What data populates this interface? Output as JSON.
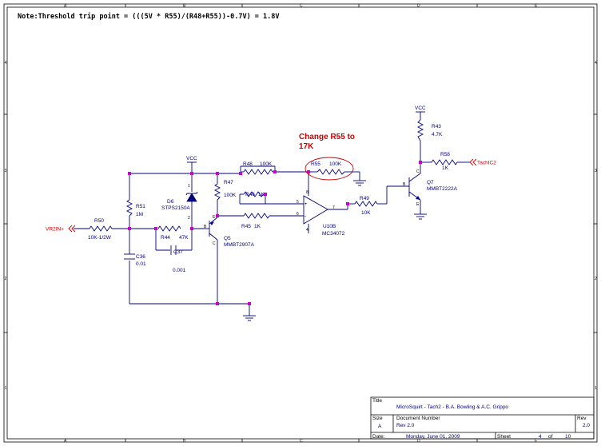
{
  "note": "Note:Threshold trip point = (((5V * R55)/(R48+R55))-0.7V) = 1.8V",
  "change_note": [
    "Change R55 to",
    "17K"
  ],
  "grid": {
    "cols": [
      "A",
      "B",
      "C",
      "D",
      "E"
    ],
    "rows": [
      "4",
      "3",
      "2",
      "1"
    ]
  },
  "nets": {
    "vcc_left": "VCC",
    "vcc_right": "VCC",
    "input": "VR2IN+",
    "output": "TachIC2"
  },
  "components": {
    "r50": {
      "ref": "R50",
      "value": "10K-1/2W"
    },
    "r51": {
      "ref": "R51",
      "value": "1M"
    },
    "c36": {
      "ref": "C36",
      "value": "0.01"
    },
    "r44": {
      "ref": "R44",
      "value": "47K"
    },
    "c37": {
      "ref": "C37",
      "value": "0.001"
    },
    "d6": {
      "ref": "D6",
      "value": "STPS2150A"
    },
    "r47": {
      "ref": "R47",
      "value": "100K"
    },
    "q5": {
      "ref": "Q5",
      "value": "MMBT2907A"
    },
    "r48": {
      "ref": "R48",
      "value": "100K"
    },
    "r55": {
      "ref": "R55",
      "value": "100K"
    },
    "r46": {
      "ref": "R46",
      "value": "1K"
    },
    "r45": {
      "ref": "R45",
      "value": "1K"
    },
    "u10": {
      "ref": "U10B",
      "value": "MC34072"
    },
    "r49": {
      "ref": "R49",
      "value": "10K"
    },
    "q7": {
      "ref": "Q7",
      "value": "MMBT2222A"
    },
    "r43": {
      "ref": "R43",
      "value": "4.7K"
    },
    "r58": {
      "ref": "R58",
      "value": "1K"
    }
  },
  "pins": {
    "d6_1": "1",
    "d6_2": "2",
    "q5_b": "B",
    "q5_c": "C",
    "q5_e": "E",
    "u_8": "8",
    "u_5": "5",
    "u_6": "6",
    "u_7": "7",
    "u_4": "4",
    "q7_b": "B",
    "q7_c": "C",
    "q7_e": "E"
  },
  "title_block": {
    "title_label": "Title",
    "title": "MicroSquirt - Tach2 - B.A. Bowling & A.C. Grippo",
    "size_label": "Size",
    "size": "A",
    "docnum_label": "Document Number",
    "docnum": "Rev 2.0",
    "rev_label": "Rev",
    "rev": "2.0",
    "date_label": "Date:",
    "date": "Monday, June 01, 2009",
    "sheet_label": "Sheet",
    "sheet": "4",
    "of_label": "of",
    "sheets": "10"
  }
}
